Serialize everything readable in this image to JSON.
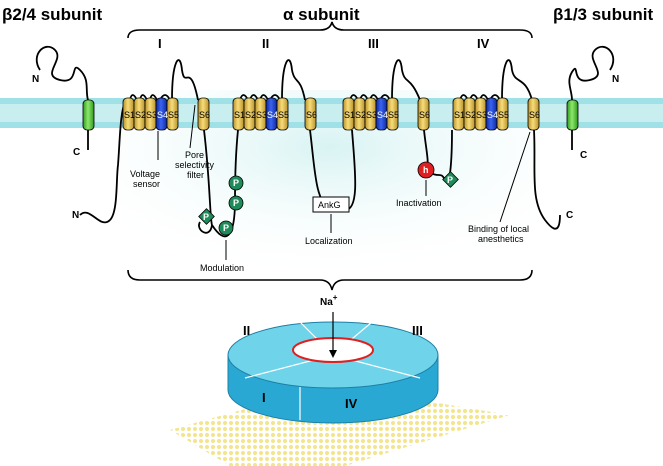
{
  "titles": {
    "beta24": "β2/4 subunit",
    "alpha": "α subunit",
    "beta13": "β1/3 subunit"
  },
  "domains": [
    "I",
    "II",
    "III",
    "IV"
  ],
  "segments": [
    "S1",
    "S2",
    "S3",
    "S4",
    "S5",
    "S6"
  ],
  "s4_charges": "+\n+\n+",
  "termini": {
    "n": "N",
    "c": "C"
  },
  "annotations": {
    "voltage_sensor": [
      "Voltage",
      "sensor"
    ],
    "pore_filter": [
      "Pore",
      "selectivity",
      "filter"
    ],
    "modulation": "Modulation",
    "localization": "Localization",
    "ankg": "AnkG",
    "inactivation": "Inactivation",
    "local_anesthetics": [
      "Binding of local",
      "anesthetics"
    ]
  },
  "markers": {
    "phospho": "P",
    "h_gate": "h"
  },
  "ion": {
    "label": "Na",
    "charge": "+"
  },
  "pore_domains": {
    "top_left": "II",
    "top_right": "III",
    "bottom_left": "I",
    "bottom_right": "IV"
  },
  "colors": {
    "membrane": "#9fe1e6",
    "helix": "#e8c24a",
    "s4": "#1d3fd1",
    "beta_helix": "#55c83a",
    "phospho": "#1f8a5a",
    "inactivation": "#e02020",
    "pore_top": "#6fd3ea",
    "pore_side": "#2aa8d4",
    "lipid": "#f0e08a"
  }
}
